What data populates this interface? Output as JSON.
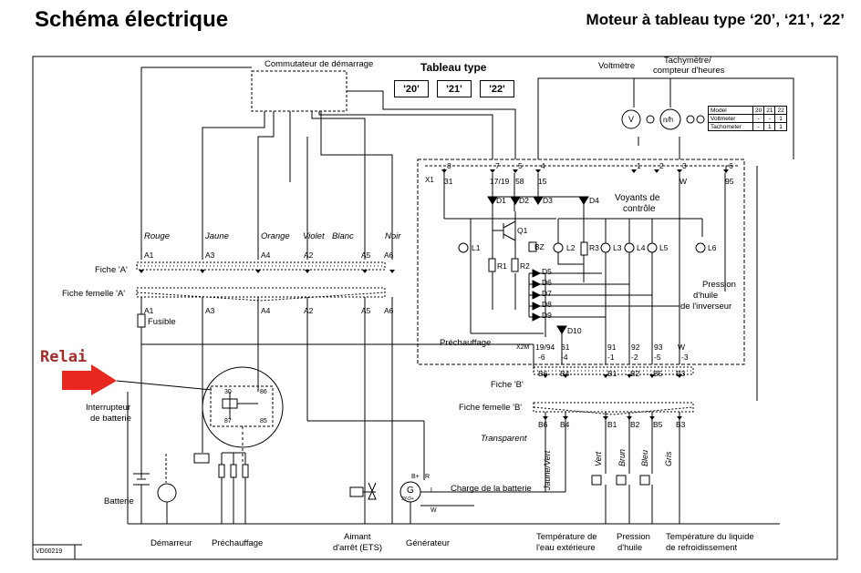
{
  "header": {
    "title": "Schéma électrique",
    "subtitle": "Moteur à tableau type ‘20’, ‘21’, ‘22’"
  },
  "tableau": {
    "heading": "Tableau type",
    "types": [
      "'20'",
      "'21'",
      "'22'"
    ]
  },
  "model_table": {
    "header": [
      "Model",
      "20",
      "21",
      "22"
    ],
    "rows": [
      [
        "Voltmeter",
        "-",
        "-",
        "1"
      ],
      [
        "Tachometer",
        "-",
        "1",
        "1"
      ]
    ]
  },
  "annotation": {
    "relai": "Relai",
    "arrow_color": "#e8281e",
    "text_color": "#a52a2a"
  },
  "components": {
    "commutateur": "Commutateur de démarrage",
    "voltmetre": "Voltmètre",
    "tachymetre_1": "Tachymètre/",
    "tachymetre_2": "compteur d'heures",
    "voyants_1": "Voyants de",
    "voyants_2": "contrôle",
    "fiche_a": "Fiche 'A'",
    "fiche_femelle_a": "Fiche femelle 'A'",
    "fusible": "Fusible",
    "prechauffage_top": "Préchauffage",
    "interrupteur_1": "Interrupteur",
    "interrupteur_2": "de batterie",
    "batterie": "Batterie",
    "fiche_b": "Fiche 'B'",
    "fiche_femelle_b": "Fiche femelle 'B'",
    "transparent": "Transparent",
    "charge": "Charge de la batterie",
    "pression_1": "Pression",
    "pression_2": "d'huile",
    "pression_3": "de l'inverseur",
    "x1": "X1",
    "x2m": "X2M",
    "vd": "VD00219"
  },
  "wire_colors": [
    "Rouge",
    "Jaune",
    "Orange",
    "Violet",
    "Blanc",
    "Noir"
  ],
  "pins_a": [
    "A1",
    "A3",
    "A4",
    "A2",
    "A5",
    "A6"
  ],
  "pins_b": [
    "B6",
    "B4",
    "B1",
    "B2",
    "B5",
    "B3"
  ],
  "x1_terminals": [
    "8",
    "7",
    "5",
    "4",
    "1",
    "2",
    "3",
    "6"
  ],
  "x1_wires": [
    "31",
    "17/19",
    "58",
    "15",
    "W",
    "95"
  ],
  "x2m_terminals": [
    "-6",
    "-4",
    "-1",
    "-2",
    "-5",
    "-3"
  ],
  "x2m_wires": [
    "19/94",
    "61",
    "91",
    "92",
    "93",
    "W"
  ],
  "diodes": [
    "D1",
    "D2",
    "D3",
    "D4",
    "D5",
    "D6",
    "D7",
    "D8",
    "D9",
    "D10"
  ],
  "lamps": [
    "L1",
    "L2",
    "L3",
    "L4",
    "L5",
    "L6"
  ],
  "misc": [
    "Q1",
    "BZ",
    "R1",
    "R2",
    "R3"
  ],
  "relay_pins": [
    "30",
    "86",
    "87",
    "85"
  ],
  "generator": {
    "g": "G",
    "bplus": "B+",
    "r": "R",
    "l": "L",
    "w": "W",
    "sub": "3Y-D+"
  },
  "sensor_wires": [
    "Jaune/Vert",
    "Vert",
    "Brun",
    "Bleu",
    "Gris"
  ],
  "bottom_labels": {
    "demarreur": "Démarreur",
    "prechauffage": "Préchauffage",
    "aimant_1": "Aimant",
    "aimant_2": "d'arrêt (ETS)",
    "generateur": "Générateur",
    "temp_ext_1": "Température de",
    "temp_ext_2": "l'eau extérieure",
    "pression_1": "Pression",
    "pression_2": "d'huile",
    "temp_liq_1": "Température du liquide",
    "temp_liq_2": "de refroidissement"
  }
}
